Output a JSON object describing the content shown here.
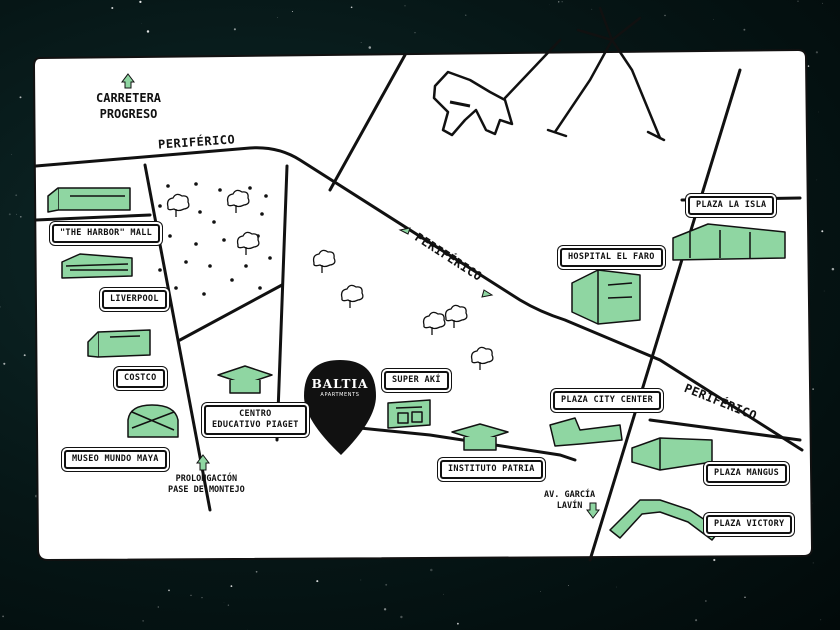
{
  "colors": {
    "building_fill": "#8fd6a2",
    "background": "#061616",
    "map_paper": "#ffffff",
    "ink": "#111111",
    "pin": "#111111",
    "pin_text": "#ffffff"
  },
  "roads": {
    "periferico_top": "PERIFÉRICO",
    "periferico_diag": "PERIFÉRICO",
    "periferico_right": "PERIFÉRICO",
    "carretera_line1": "CARRETERA",
    "carretera_line2": "PROGRESO",
    "prolongacion_line1": "PROLONGACIÓN",
    "prolongacion_line2": "PASE DE MONTEJO",
    "garcia_line1": "AV. GARCÍA",
    "garcia_line2": "LAVÍN"
  },
  "places": {
    "harbor_mall": "\"THE HARBOR\" MALL",
    "liverpool": "LIVERPOOL",
    "costco": "COSTCO",
    "museo": "MUSEO MUNDO MAYA",
    "centro_line1": "CENTRO",
    "centro_line2": "EDUCATIVO PIAGET",
    "super_aki": "SUPER AKÍ",
    "instituto": "INSTITUTO PATRIA",
    "hospital": "HOSPITAL EL FARO",
    "plaza_isla": "PLAZA LA ISLA",
    "plaza_city": "PLAZA CITY CENTER",
    "plaza_mangus": "PLAZA MANGUS",
    "plaza_victory": "PLAZA VICTORY"
  },
  "pin": {
    "line1": "BALTIA",
    "line2": "APARTMENTS"
  },
  "icons": [
    "arrow-up-icon",
    "double-arrow-icon",
    "tree-icon",
    "building-icon",
    "graduation-cap-icon",
    "map-pin-icon",
    "dog-icon",
    "walking-person-icon"
  ]
}
